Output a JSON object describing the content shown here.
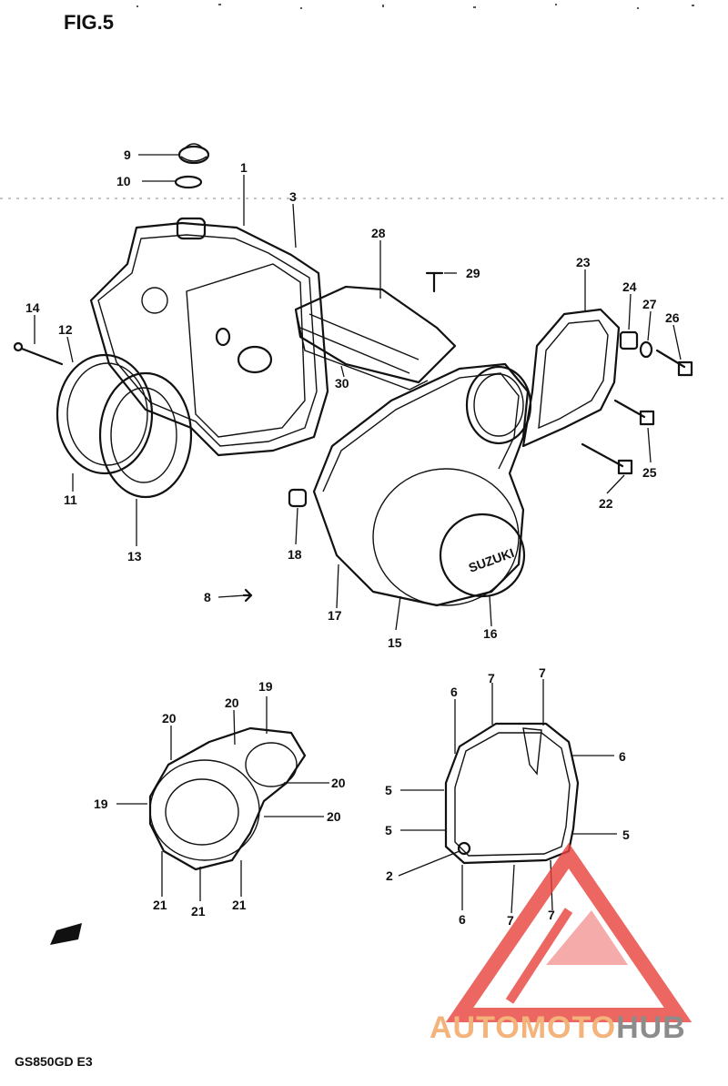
{
  "figure": {
    "title": "FIG.5",
    "model_code": "GS850GD E3"
  },
  "callouts": [
    {
      "id": "c1",
      "label": "1"
    },
    {
      "id": "c2",
      "label": "2"
    },
    {
      "id": "c3",
      "label": "3"
    },
    {
      "id": "c5a",
      "label": "5"
    },
    {
      "id": "c5b",
      "label": "5"
    },
    {
      "id": "c5c",
      "label": "5"
    },
    {
      "id": "c6a",
      "label": "6"
    },
    {
      "id": "c6b",
      "label": "6"
    },
    {
      "id": "c6c",
      "label": "6"
    },
    {
      "id": "c7a",
      "label": "7"
    },
    {
      "id": "c7b",
      "label": "7"
    },
    {
      "id": "c7c",
      "label": "7"
    },
    {
      "id": "c7d",
      "label": "7"
    },
    {
      "id": "c8",
      "label": "8"
    },
    {
      "id": "c9",
      "label": "9"
    },
    {
      "id": "c10",
      "label": "10"
    },
    {
      "id": "c11",
      "label": "11"
    },
    {
      "id": "c12",
      "label": "12"
    },
    {
      "id": "c13",
      "label": "13"
    },
    {
      "id": "c14",
      "label": "14"
    },
    {
      "id": "c15",
      "label": "15"
    },
    {
      "id": "c16",
      "label": "16"
    },
    {
      "id": "c17",
      "label": "17"
    },
    {
      "id": "c18",
      "label": "18"
    },
    {
      "id": "c19a",
      "label": "19"
    },
    {
      "id": "c19b",
      "label": "19"
    },
    {
      "id": "c20a",
      "label": "20"
    },
    {
      "id": "c20b",
      "label": "20"
    },
    {
      "id": "c20c",
      "label": "20"
    },
    {
      "id": "c20d",
      "label": "20"
    },
    {
      "id": "c21a",
      "label": "21"
    },
    {
      "id": "c21b",
      "label": "21"
    },
    {
      "id": "c21c",
      "label": "21"
    },
    {
      "id": "c22",
      "label": "22"
    },
    {
      "id": "c23",
      "label": "23"
    },
    {
      "id": "c24",
      "label": "24"
    },
    {
      "id": "c25",
      "label": "25"
    },
    {
      "id": "c26",
      "label": "26"
    },
    {
      "id": "c27",
      "label": "27"
    },
    {
      "id": "c28",
      "label": "28"
    },
    {
      "id": "c29",
      "label": "29"
    },
    {
      "id": "c30",
      "label": "30"
    }
  ],
  "cover_badge": "SUZUKI",
  "watermark": {
    "text_colored": "AUTOMOTO",
    "text_gray": "HUB",
    "color_main": "#e8403c",
    "color_text": "#f3b37a",
    "color_gray": "#8c8c8c"
  }
}
